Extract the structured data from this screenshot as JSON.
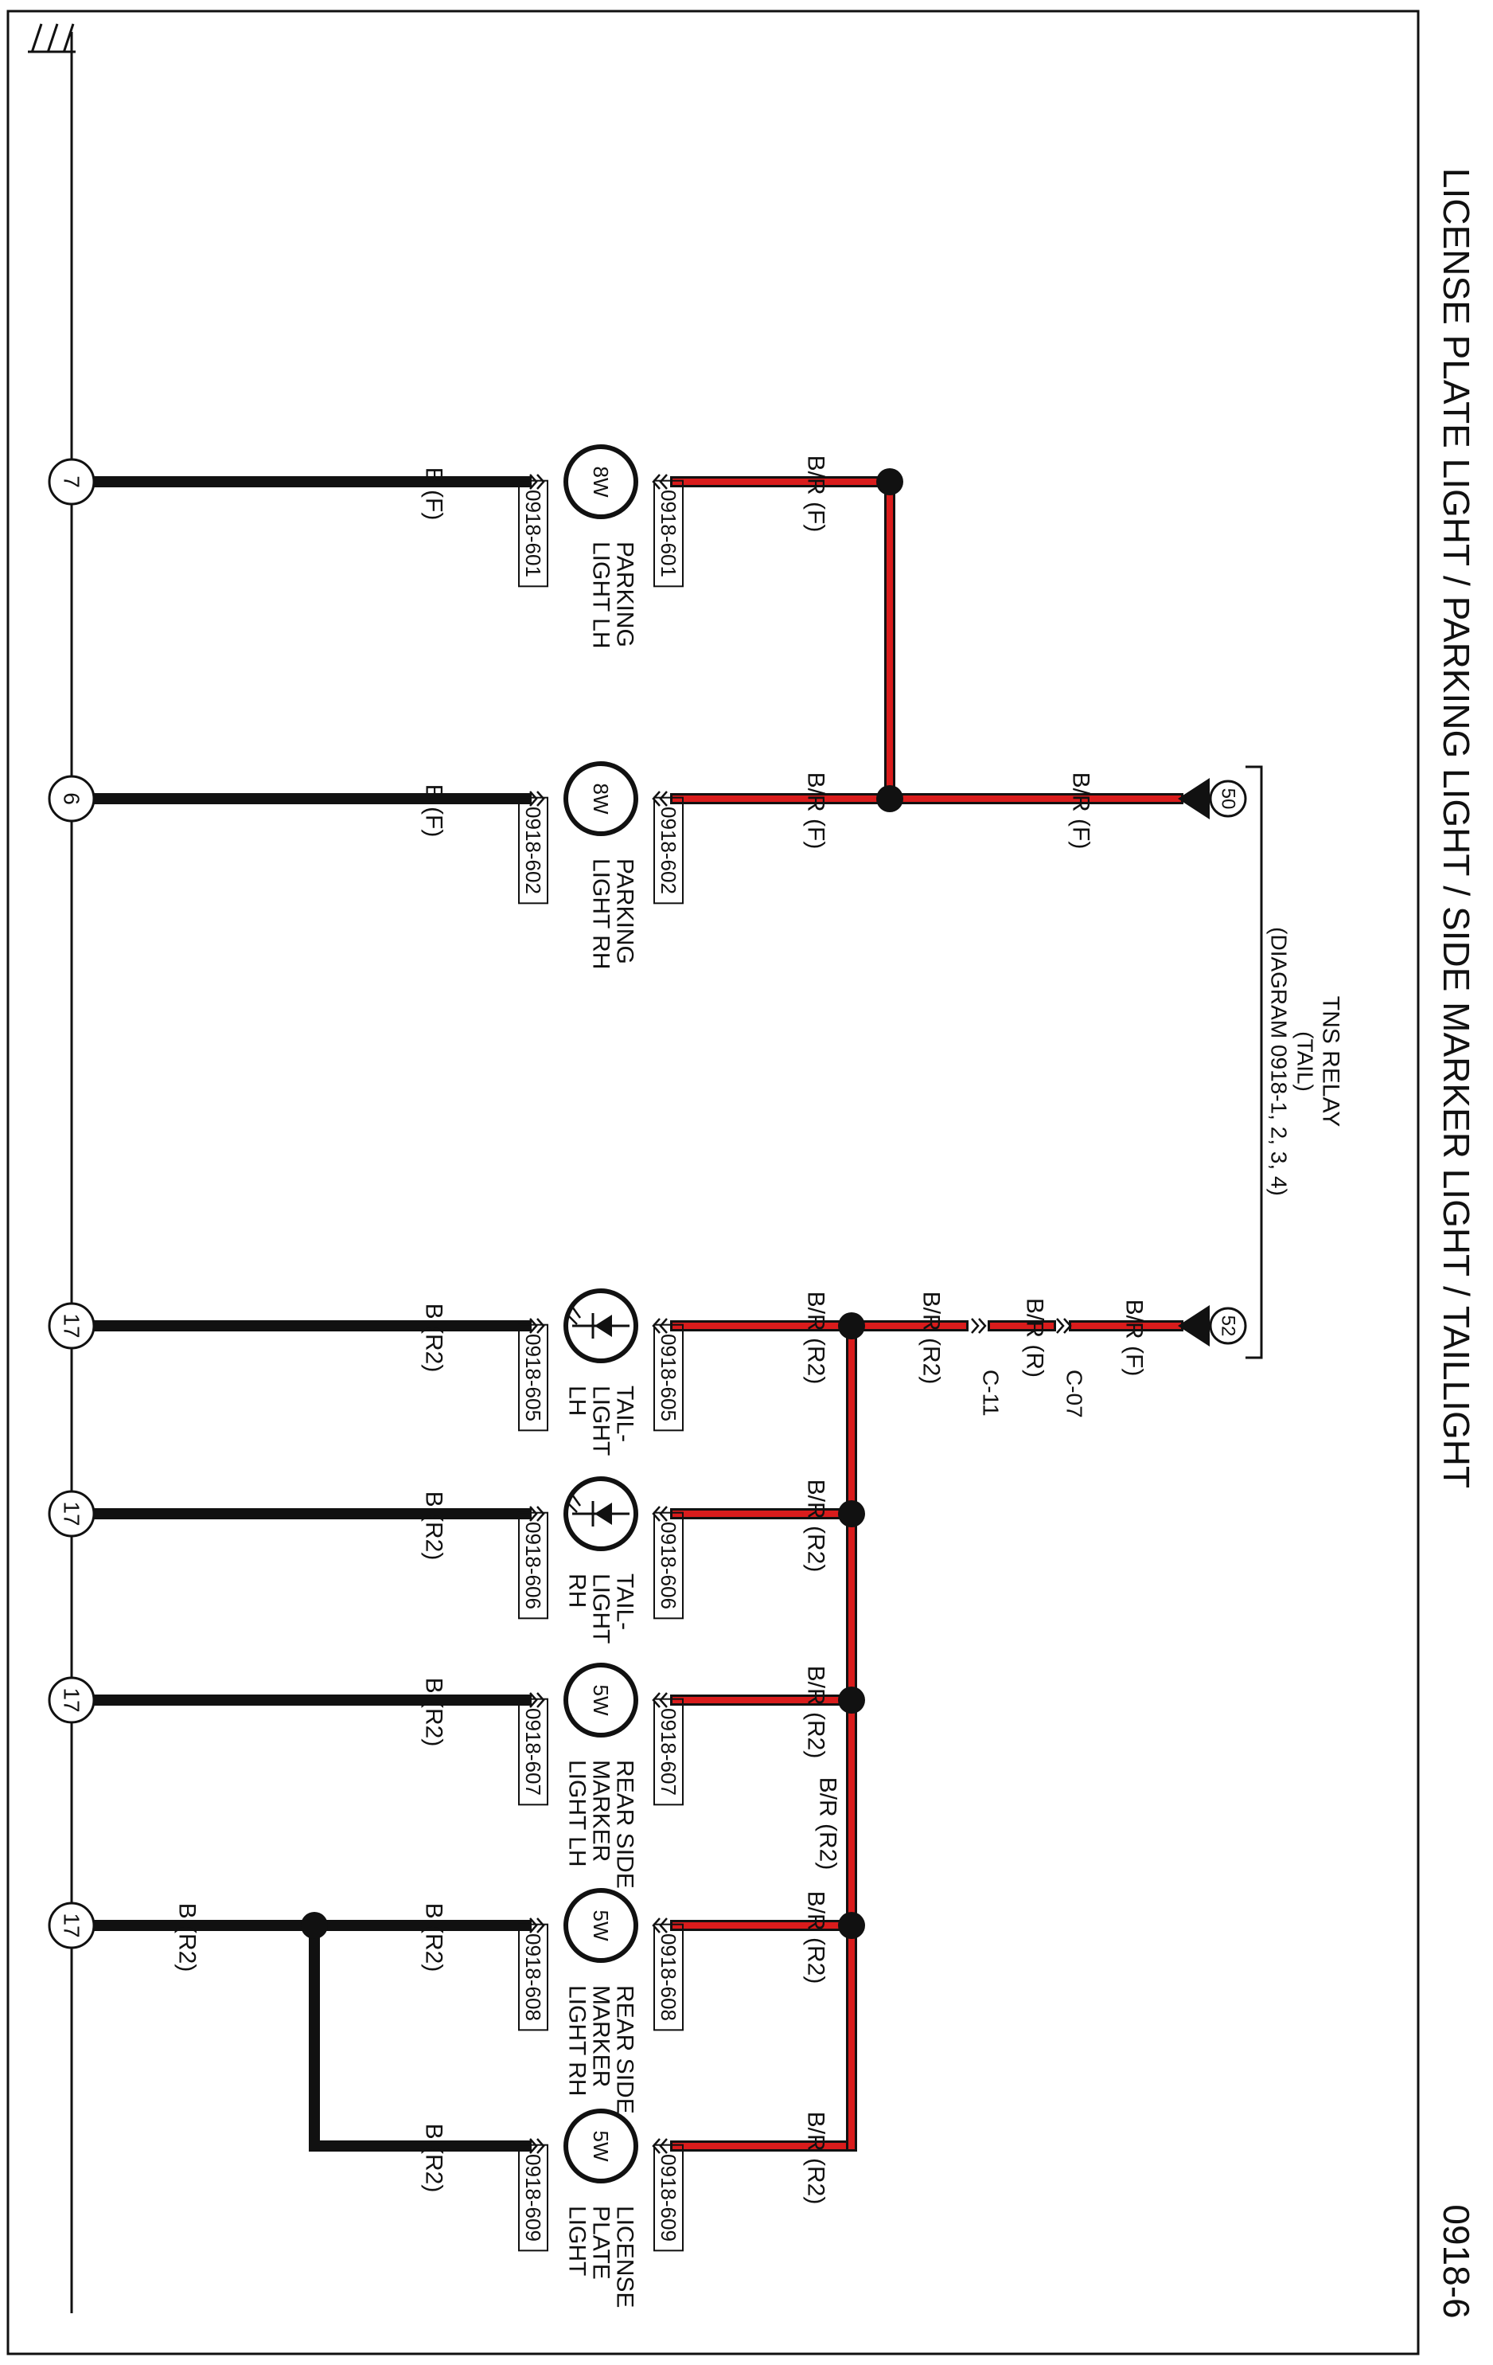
{
  "title": "LICENSE PLATE LIGHT / PARKING LIGHT / SIDE MARKER LIGHT / TAILLIGHT",
  "page_number": "0918-6",
  "colors": {
    "wire_power": "#d91c1c",
    "wire_ground": "#111111"
  },
  "source": {
    "name": "TNS RELAY",
    "sub": "(TAIL)",
    "ref": "(DIAGRAM 0918-1, 2, 3, 4)",
    "pin_parking": "50",
    "pin_tail": "52",
    "wire_parking": "B/R (F)",
    "wire_tail": "B/R (F)"
  },
  "connectors": {
    "c07": {
      "name": "C-07",
      "wire_after": "B/R (R)"
    },
    "c11": {
      "name": "C-11",
      "wire_after": "B/R (R2)"
    }
  },
  "bus_wire_label": "B/R (R2)",
  "ground_branch_label": "B (R2)",
  "lamps": [
    {
      "id": "parking-lh",
      "watt": "8W",
      "type": "bulb",
      "name": [
        "PARKING",
        "LIGHT LH"
      ],
      "conn_power": "0918-601",
      "conn_ground": "0918-601",
      "wire_power": "B/R (F)",
      "wire_ground": "B (F)",
      "ground": "7"
    },
    {
      "id": "parking-rh",
      "watt": "8W",
      "type": "bulb",
      "name": [
        "PARKING",
        "LIGHT RH"
      ],
      "conn_power": "0918-602",
      "conn_ground": "0918-602",
      "wire_power": "B/R (F)",
      "wire_ground": "B (F)",
      "ground": "6"
    },
    {
      "id": "tail-lh",
      "watt": "",
      "type": "led",
      "name": [
        "TAIL-",
        "LIGHT",
        "LH"
      ],
      "conn_power": "0918-605",
      "conn_ground": "0918-605",
      "wire_power": "B/R (R2)",
      "wire_ground": "B (R2)",
      "ground": "17"
    },
    {
      "id": "tail-rh",
      "watt": "",
      "type": "led",
      "name": [
        "TAIL-",
        "LIGHT",
        "RH"
      ],
      "conn_power": "0918-606",
      "conn_ground": "0918-606",
      "wire_power": "B/R (R2)",
      "wire_ground": "B (R2)",
      "ground": "17"
    },
    {
      "id": "side-marker-lh",
      "watt": "5W",
      "type": "bulb",
      "name": [
        "REAR SIDE",
        "MARKER",
        "LIGHT LH"
      ],
      "conn_power": "0918-607",
      "conn_ground": "0918-607",
      "wire_power": "B/R (R2)",
      "wire_ground": "B (R2)",
      "ground": "17"
    },
    {
      "id": "side-marker-rh",
      "watt": "5W",
      "type": "bulb",
      "name": [
        "REAR SIDE",
        "MARKER",
        "LIGHT RH"
      ],
      "conn_power": "0918-608",
      "conn_ground": "0918-608",
      "wire_power": "B/R (R2)",
      "wire_ground": "B (R2)",
      "ground": "17"
    },
    {
      "id": "license-plate",
      "watt": "5W",
      "type": "bulb",
      "name": [
        "LICENSE",
        "PLATE",
        "LIGHT"
      ],
      "conn_power": "0918-609",
      "conn_ground": "0918-609",
      "wire_power": "B/R (R2)",
      "wire_ground": "B (R2)",
      "ground": ""
    }
  ]
}
